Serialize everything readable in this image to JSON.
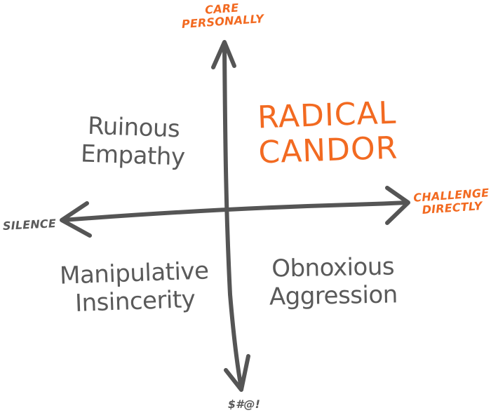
{
  "colors": {
    "accent": "#f26a21",
    "ink": "#5a5a5a",
    "axis": "#555555"
  },
  "axes": {
    "top": {
      "line1": "CARE",
      "line2": "PERSONALLY"
    },
    "right": {
      "line1": "CHALLENGE",
      "line2": "DIRECTLY"
    },
    "left": {
      "text": "SILENCE"
    },
    "bottom": {
      "text": "$#@!"
    }
  },
  "quadrants": {
    "top_right": {
      "line1": "RADICAL",
      "line2": "CANDOR"
    },
    "top_left": {
      "line1": "Ruinous",
      "line2": "Empathy"
    },
    "bottom_left": {
      "line1": "Manipulative",
      "line2": "Insincerity"
    },
    "bottom_right": {
      "line1": "Obnoxious",
      "line2": "Aggression"
    }
  }
}
